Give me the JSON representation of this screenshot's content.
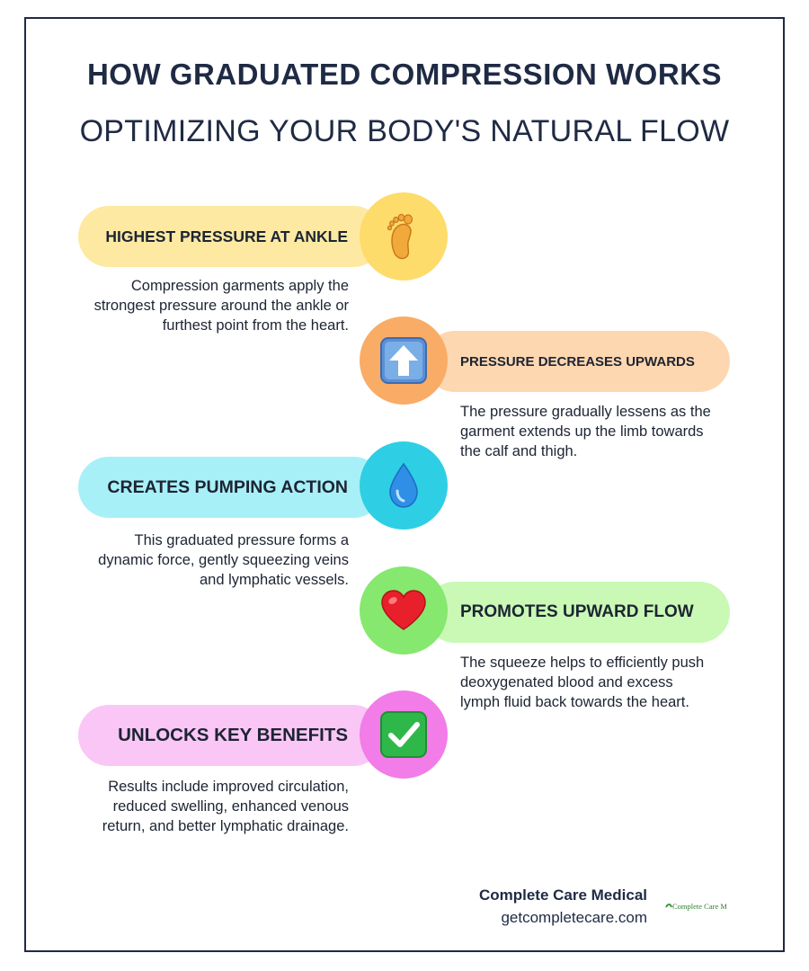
{
  "header": {
    "title": "HOW GRADUATED COMPRESSION WORKS",
    "subtitle": "OPTIMIZING YOUR BODY'S NATURAL FLOW"
  },
  "steps": [
    {
      "label": "HIGHEST PRESSURE AT ANKLE",
      "description": "Compression garments apply the strongest pressure around the ankle or furthest point from the heart.",
      "icon": "foot-icon",
      "pill_color": "#fde9a1",
      "circle_color": "#fddc6b"
    },
    {
      "label": "PRESSURE DECREASES UPWARDS",
      "description": "The pressure gradually lessens as the garment extends up the limb towards the calf and thigh.",
      "icon": "up-arrow-icon",
      "pill_color": "#fdd7b0",
      "circle_color": "#f9ac66"
    },
    {
      "label": "CREATES PUMPING ACTION",
      "description": "This graduated pressure forms a dynamic force, gently squeezing veins and lymphatic vessels.",
      "icon": "droplet-icon",
      "pill_color": "#a8f0f7",
      "circle_color": "#2ecfe4"
    },
    {
      "label": "PROMOTES UPWARD FLOW",
      "description": "The squeeze helps to efficiently push deoxygenated blood and excess lymph fluid back towards the heart.",
      "icon": "heart-icon",
      "pill_color": "#c9f9b5",
      "circle_color": "#86e86e"
    },
    {
      "label": "UNLOCKS KEY BENEFITS",
      "description": "Results include improved circulation, reduced swelling, enhanced venous return, and better lymphatic drainage.",
      "icon": "check-mark-icon",
      "pill_color": "#fac6f5",
      "circle_color": "#f27ce8"
    }
  ],
  "footer": {
    "company": "Complete Care Medical",
    "url": "getcompletecare.com",
    "logo_text": "Complete Care Medical"
  }
}
